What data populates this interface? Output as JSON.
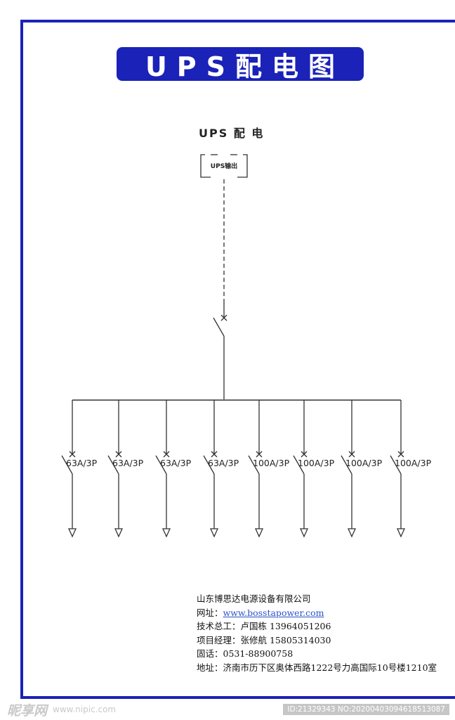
{
  "title": "UPS配电图",
  "diagram": {
    "heading": "UPS 配 电",
    "source_box_label": "UPS输出",
    "breakers": [
      {
        "label": "63A/3P"
      },
      {
        "label": "63A/3P"
      },
      {
        "label": "63A/3P"
      },
      {
        "label": "63A/3P"
      },
      {
        "label": "100A/3P"
      },
      {
        "label": "100A/3P"
      },
      {
        "label": "100A/3P"
      },
      {
        "label": "100A/3P"
      }
    ]
  },
  "company": {
    "name": "山东博思达电源设备有限公司",
    "website_label": "网址：",
    "website": "www.bosstapower.com",
    "tech_director": "技术总工：卢国栋  13964051206",
    "project_manager": "项目经理：张修航  15805314030",
    "phone": "固话：0531-88900758",
    "address": "地址：济南市历下区奥体西路1222号力高国际10号楼1210室"
  },
  "watermark": {
    "logo": "昵享网",
    "url": "www.nipic.com",
    "id_text": "ID:21329343 NO:20200403094618513087"
  },
  "colors": {
    "brand_blue": "#1a22b8",
    "line": "#333333"
  }
}
